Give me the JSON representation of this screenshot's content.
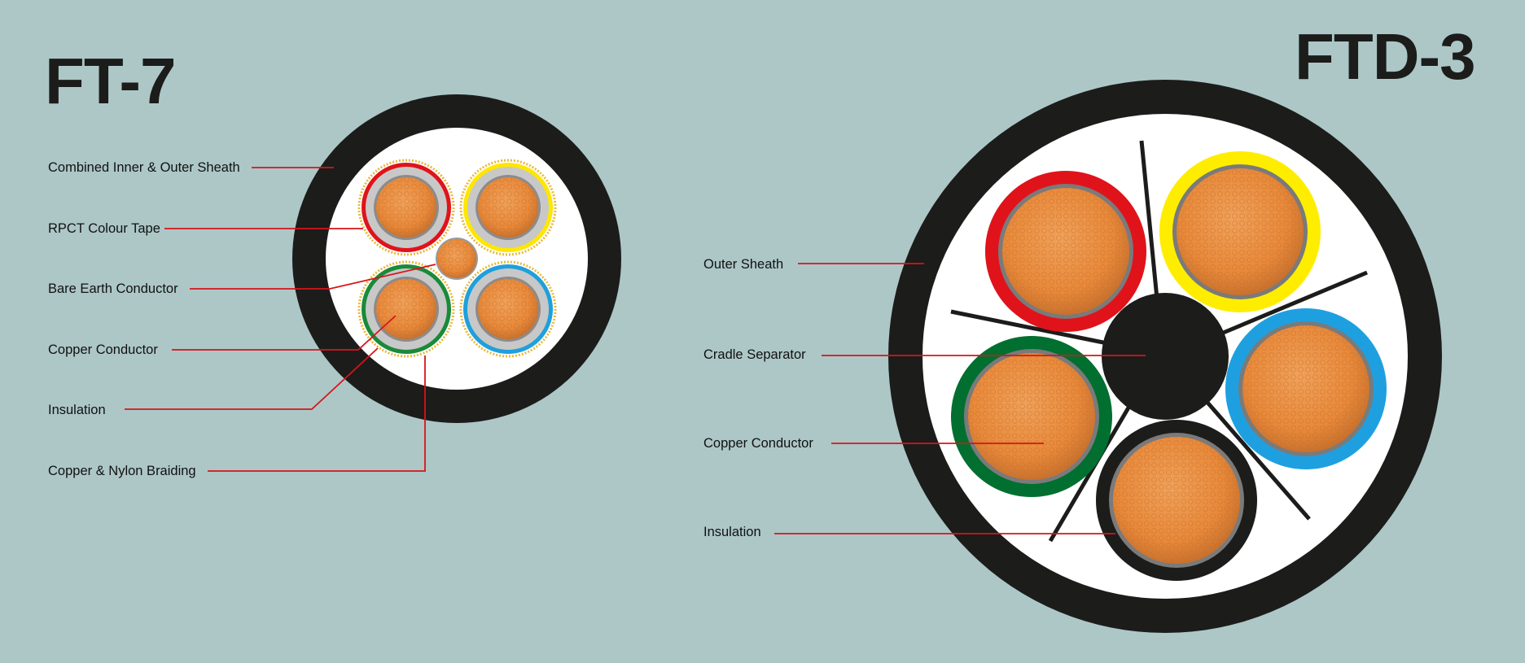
{
  "diagrams": [
    {
      "title": "FT-7",
      "labels": [
        "Combined Inner & Outer Sheath",
        "RPCT Colour Tape",
        "Bare Earth Conductor",
        "Copper Conductor",
        "Insulation",
        "Copper & Nylon Braiding"
      ],
      "core_colours": [
        "#e0131b",
        "#ffe600",
        "#1a8a3a",
        "#1ea0dc"
      ]
    },
    {
      "title": "FTD-3",
      "labels": [
        "Outer Sheath",
        "Cradle Separator",
        "Copper Conductor",
        "Insulation"
      ],
      "core_colours": [
        "#e0131b",
        "#ffed00",
        "#1ea0e0",
        "#1c1c1b",
        "#006f2f"
      ]
    }
  ],
  "colours": {
    "background": "#adc7c7",
    "sheath": "#1c1c1b",
    "filler": "#ffffff",
    "copper": "#e8893a",
    "leader_line": "#d7141a"
  }
}
